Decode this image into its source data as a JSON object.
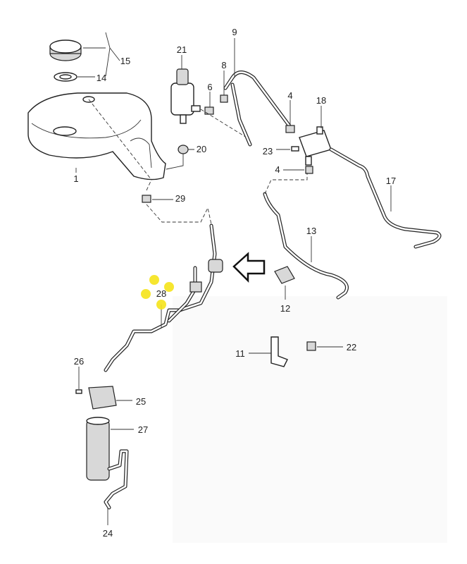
{
  "diagram": {
    "title": "Windshield washer system exploded parts diagram",
    "callouts": [
      {
        "id": "15",
        "text": "15"
      },
      {
        "id": "14",
        "text": "14"
      },
      {
        "id": "1",
        "text": "1"
      },
      {
        "id": "21",
        "text": "21"
      },
      {
        "id": "6",
        "text": "6"
      },
      {
        "id": "8",
        "text": "8"
      },
      {
        "id": "9",
        "text": "9"
      },
      {
        "id": "4a",
        "text": "4"
      },
      {
        "id": "18",
        "text": "18"
      },
      {
        "id": "20",
        "text": "20"
      },
      {
        "id": "23",
        "text": "23"
      },
      {
        "id": "4b",
        "text": "4"
      },
      {
        "id": "17",
        "text": "17"
      },
      {
        "id": "29",
        "text": "29"
      },
      {
        "id": "13",
        "text": "13"
      },
      {
        "id": "28",
        "text": "28"
      },
      {
        "id": "12",
        "text": "12"
      },
      {
        "id": "11",
        "text": "11"
      },
      {
        "id": "22",
        "text": "22"
      },
      {
        "id": "26",
        "text": "26"
      },
      {
        "id": "25",
        "text": "25"
      },
      {
        "id": "27",
        "text": "27"
      },
      {
        "id": "24",
        "text": "24"
      }
    ],
    "highlight_color": "#f5e31a"
  }
}
